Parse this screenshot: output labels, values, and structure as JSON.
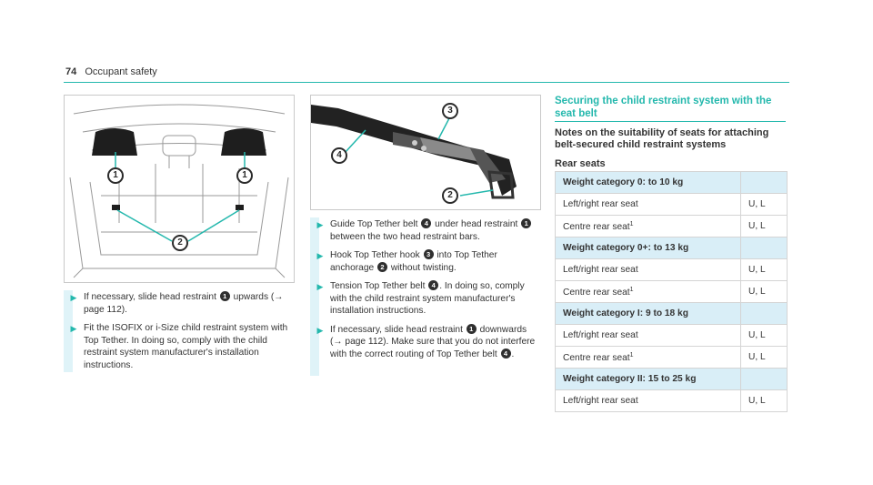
{
  "header": {
    "page_number": "74",
    "section": "Occupant safety"
  },
  "figure1": {
    "callouts": [
      "1",
      "1",
      "2"
    ]
  },
  "figure2": {
    "callouts": [
      "3",
      "4",
      "2"
    ]
  },
  "steps_left": [
    {
      "parts": [
        {
          "t": "If necessary, slide head restraint "
        },
        {
          "b": "1"
        },
        {
          "t": " upwards (→ page 112)."
        }
      ]
    },
    {
      "parts": [
        {
          "t": "Fit the ISOFIX or i-Size child restraint system with Top Tether. In doing so, comply with the child restraint system manufacturer's installation instructions."
        }
      ]
    }
  ],
  "steps_mid": [
    {
      "parts": [
        {
          "t": "Guide Top Tether belt "
        },
        {
          "b": "4"
        },
        {
          "t": " under head restraint "
        },
        {
          "b": "1"
        },
        {
          "t": " between the two head restraint bars."
        }
      ]
    },
    {
      "parts": [
        {
          "t": "Hook Top Tether hook "
        },
        {
          "b": "3"
        },
        {
          "t": " into Top Tether anchorage "
        },
        {
          "b": "2"
        },
        {
          "t": " without twisting."
        }
      ]
    },
    {
      "parts": [
        {
          "t": "Tension Top Tether belt "
        },
        {
          "b": "4"
        },
        {
          "t": ". In doing so, comply with the child restraint system manufacturer's installation instructions."
        }
      ]
    },
    {
      "parts": [
        {
          "t": "If necessary, slide head restraint "
        },
        {
          "b": "1"
        },
        {
          "t": " downwards (→ page 112). Make sure that you do not interfere with the correct routing of Top Tether belt "
        },
        {
          "b": "4"
        },
        {
          "t": "."
        }
      ]
    }
  ],
  "section_title": "Securing the child restraint system with the seat belt",
  "sub_heading": "Notes on the suitability of seats for attaching belt-secured child restraint systems",
  "rear_heading": "Rear seats",
  "table": [
    {
      "type": "cat",
      "label": "Weight category 0: to 10 kg",
      "value": ""
    },
    {
      "type": "row",
      "label": "Left/right rear seat",
      "sup": "",
      "value": "U, L"
    },
    {
      "type": "row",
      "label": "Centre rear seat",
      "sup": "1",
      "value": "U, L"
    },
    {
      "type": "cat",
      "label": "Weight category 0+: to 13 kg",
      "value": ""
    },
    {
      "type": "row",
      "label": "Left/right rear seat",
      "sup": "",
      "value": "U, L"
    },
    {
      "type": "row",
      "label": "Centre rear seat",
      "sup": "1",
      "value": "U, L"
    },
    {
      "type": "cat",
      "label": "Weight category I: 9 to 18 kg",
      "value": ""
    },
    {
      "type": "row",
      "label": "Left/right rear seat",
      "sup": "",
      "value": "U, L"
    },
    {
      "type": "row",
      "label": "Centre rear seat",
      "sup": "1",
      "value": "U, L"
    },
    {
      "type": "cat",
      "label": "Weight category II: 15 to 25 kg",
      "value": ""
    },
    {
      "type": "row",
      "label": "Left/right rear seat",
      "sup": "",
      "value": "U, L"
    }
  ],
  "colors": {
    "accent": "#24b8ad",
    "table_header_bg": "#d9eef7",
    "step_bar": "#dff3f8"
  }
}
